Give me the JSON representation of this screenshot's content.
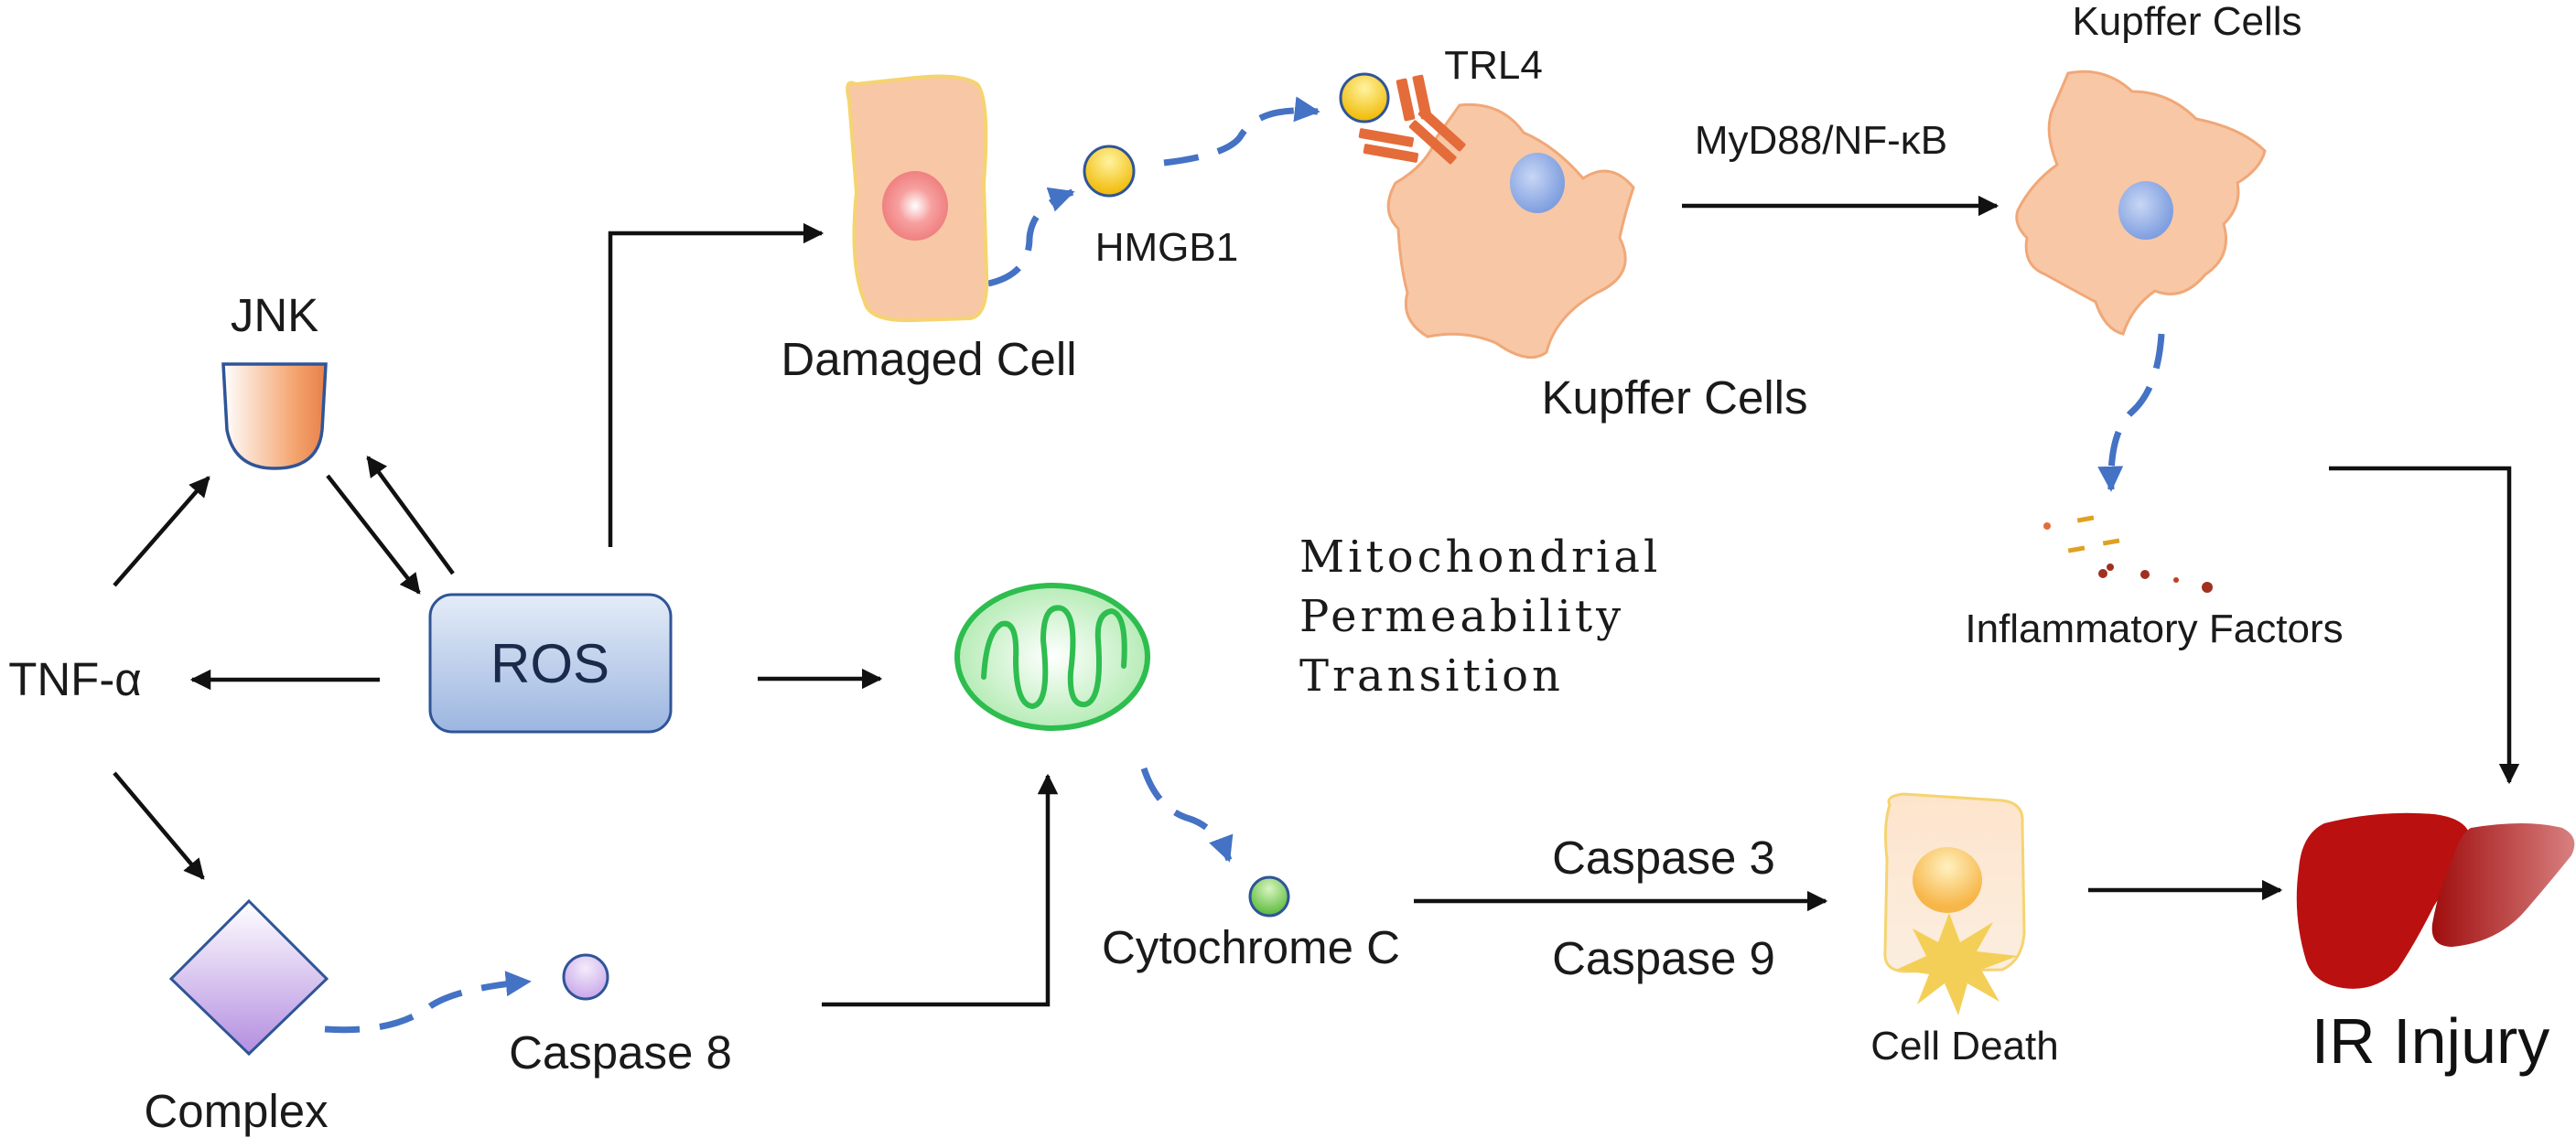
{
  "diagram": {
    "nodes": {
      "jnk": "JNK",
      "ros": "ROS",
      "tnf": "TNF-α",
      "complex": "Complex",
      "caspase8": "Caspase 8",
      "damaged_cell": "Damaged Cell",
      "hmgb1": "HMGB1",
      "trl4": "TRL4",
      "kupffer_cells_1": "Kupffer Cells",
      "kupffer_cells_2": "Kupffer Cells",
      "myd88": "MyD88/NF-κB",
      "inflammatory": "Inflammatory Factors",
      "mpt_line1": "Mitochondrial",
      "mpt_line2": "Permeability",
      "mpt_line3": "Transition",
      "cytochrome": "Cytochrome C",
      "caspase3": "Caspase 3",
      "caspase9": "Caspase 9",
      "cell_death": "Cell Death",
      "ir_injury": "IR Injury"
    },
    "colors": {
      "arrow": "#111111",
      "dashed_arrow": "#4472c4",
      "ros_fill": "#b4c7e7",
      "cell_fill": "#f8c9a8",
      "receptor": "#e46c3a",
      "mito": "#2ebd4f",
      "liver": "#b01010"
    }
  }
}
